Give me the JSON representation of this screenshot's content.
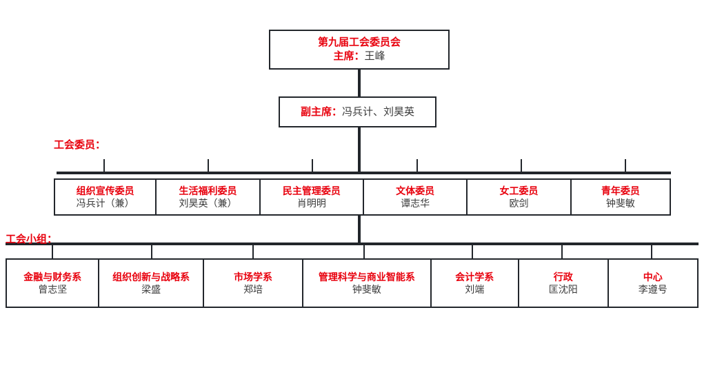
{
  "chart_title_box": {
    "title": "第九届工会委员会",
    "role_label": "主席：",
    "role_name": "王峰"
  },
  "vice_chair_box": {
    "role_label": "副主席：",
    "role_name": "冯兵计、刘昊英"
  },
  "labels": {
    "committee_members": "工会委员：",
    "union_groups": "工会小组："
  },
  "committee_members": [
    {
      "title": "组织宣传委员",
      "name": "冯兵计（兼）"
    },
    {
      "title": "生活福利委员",
      "name": "刘昊英（兼）"
    },
    {
      "title": "民主管理委员",
      "name": "肖明明"
    },
    {
      "title": "文体委员",
      "name": "谭志华"
    },
    {
      "title": "女工委员",
      "name": "欧剑"
    },
    {
      "title": "青年委员",
      "name": "钟斐敏"
    }
  ],
  "union_groups": [
    {
      "title": "金融与财务系",
      "name": "曾志坚"
    },
    {
      "title": "组织创新与战略系",
      "name": "梁盛"
    },
    {
      "title": "市场学系",
      "name": "郑培"
    },
    {
      "title": "管理科学与商业智能系",
      "name": "钟斐敏"
    },
    {
      "title": "会计学系",
      "name": "刘端"
    },
    {
      "title": "行政",
      "name": "匡沈阳"
    },
    {
      "title": "中心",
      "name": "李遵号"
    }
  ],
  "colors": {
    "title_red": "#e8000d",
    "name_black": "#3a3a3a",
    "line_black": "#22262b",
    "background": "#ffffff"
  }
}
